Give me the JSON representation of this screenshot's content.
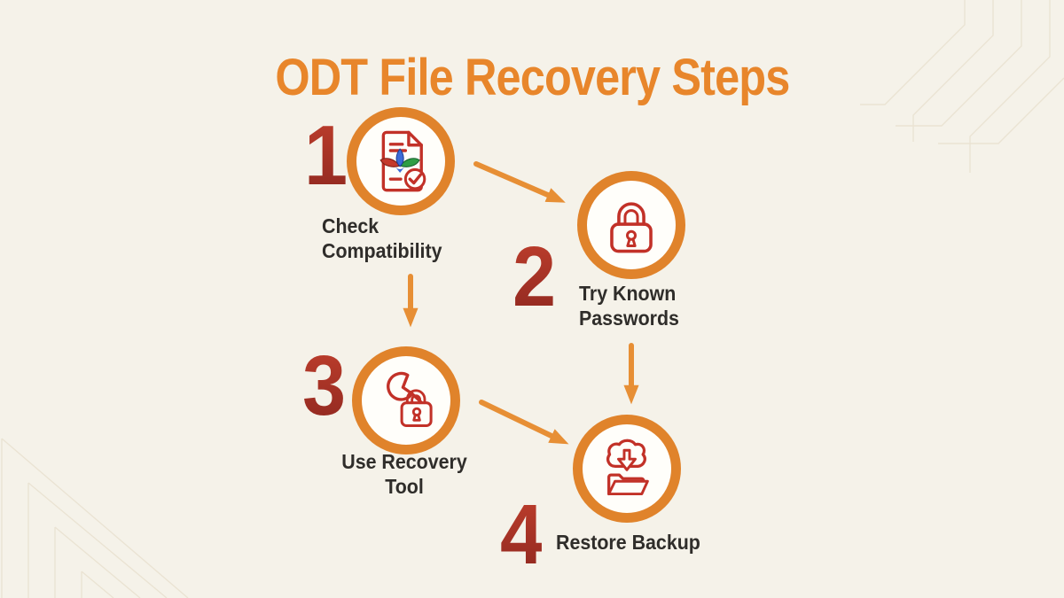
{
  "title": "ODT File Recovery Steps",
  "steps": [
    {
      "number": "1",
      "label_line1": "Check",
      "label_line2": "Compatibility",
      "icon": "document-check-icon"
    },
    {
      "number": "2",
      "label_line1": "Try Known",
      "label_line2": "Passwords",
      "icon": "padlock-icon"
    },
    {
      "number": "3",
      "label_line1": "Use Recovery",
      "label_line2": "Tool",
      "icon": "wrench-lock-icon"
    },
    {
      "number": "4",
      "label_line1": "Restore Backup",
      "label_line2": "",
      "icon": "cloud-download-folder-icon"
    }
  ],
  "colors": {
    "bg": "#F5F2E9",
    "title": "#E8862B",
    "ring": "#E0832B",
    "circle_fill": "#FFFEFA",
    "num_top": "#BE3E2C",
    "num_bottom": "#8F2820",
    "label": "#2F2D2A",
    "icon": "#C23128",
    "arrow": "#E78F35",
    "deco": "#E9E1D0",
    "flower_blue": "#3D6BD8",
    "flower_green": "#2F9E45",
    "flower_red": "#C4392C"
  }
}
